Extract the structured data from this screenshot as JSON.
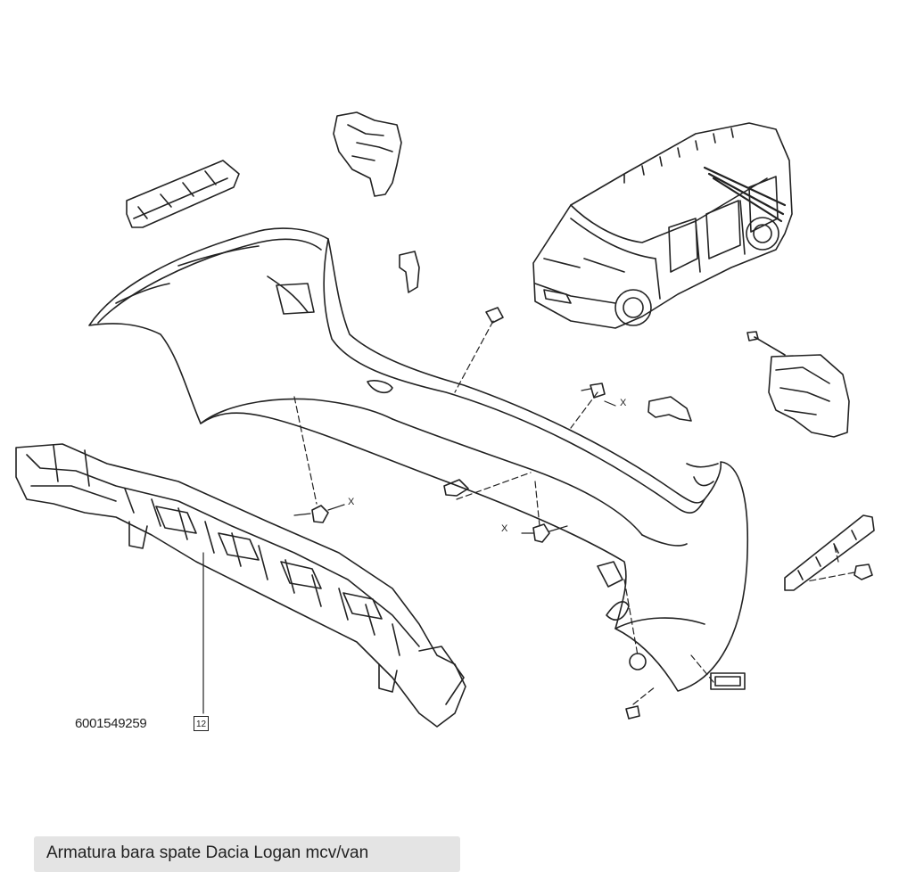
{
  "diagram": {
    "part_number": "6001549259",
    "reference_number": "12",
    "axis_label": "X"
  },
  "caption": {
    "text": "Armatura bara spate Dacia Logan mcv/van"
  },
  "colors": {
    "line": "#222222",
    "background": "#ffffff",
    "caption_background": "#e4e4e4"
  }
}
